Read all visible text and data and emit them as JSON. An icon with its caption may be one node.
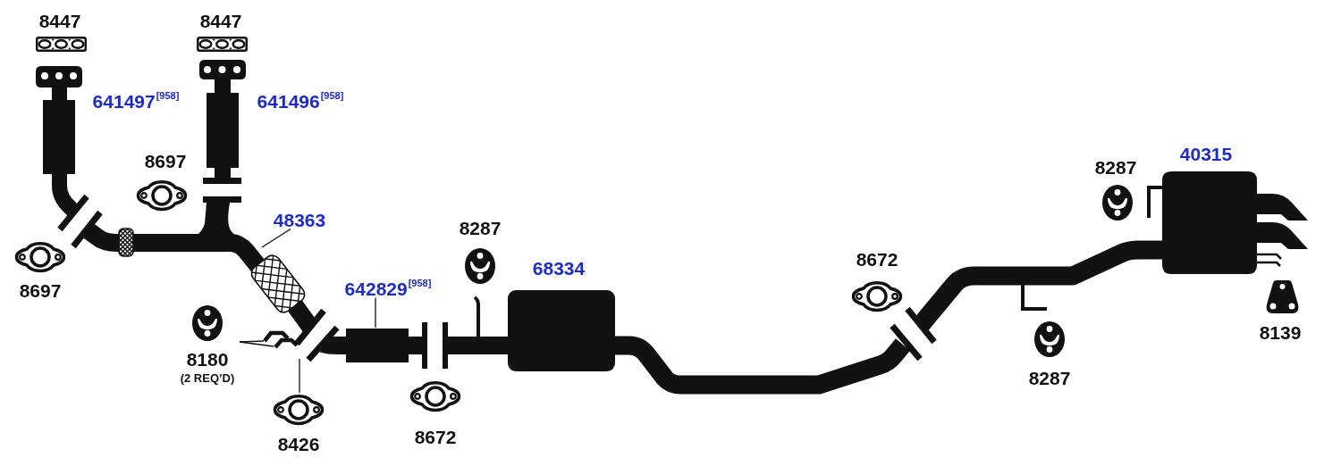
{
  "diagram": {
    "nodes": [
      {
        "text": [
          "48363"
        ]
      },
      {
        "text": [
          "642829$^{[958]}$"
        ]
      },
      {
        "text": [
          "8180",
          "(2 REQ’D)"
        ]
      },
      {
        "text": [
          "8426"
        ]
      }
    ],
    "edges": [
      {
        "from": 0,
        "to": null,
        "arrow": "none"
      },
      {
        "from": 1,
        "to": null,
        "arrow": "none"
      },
      {
        "from": 2,
        "to": null,
        "arrow": "none"
      },
      {
        "from": 2,
        "to": null,
        "arrow": "none"
      },
      {
        "from": 3,
        "to": null,
        "arrow": "none"
      }
    ],
    "labels": [
      "8447",
      "8447",
      "641497$^{[958]}$",
      "641496$^{[958]}$",
      "8697",
      "8697",
      "8287",
      "68334",
      "8672",
      "8672",
      "8287",
      "40315",
      "8287",
      "8139"
    ]
  }
}
